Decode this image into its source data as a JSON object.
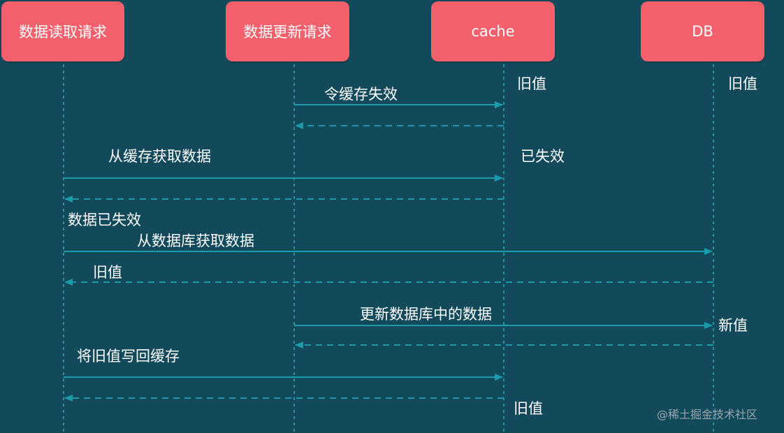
{
  "actors": [
    "数据读取请求",
    "数据更新请求",
    "cache",
    "DB"
  ],
  "state": {
    "cache_initial": "旧值",
    "db_initial": "旧值",
    "cache_invalidated": "已失效",
    "db_updated": "新值",
    "cache_final": "旧值"
  },
  "messages": [
    {
      "from": 1,
      "to": 2,
      "label": "令缓存失效",
      "type": "request"
    },
    {
      "from": 2,
      "to": 1,
      "label": "",
      "type": "response"
    },
    {
      "from": 0,
      "to": 2,
      "label": "从缓存获取数据",
      "type": "request"
    },
    {
      "from": 2,
      "to": 0,
      "label": "数据已失效",
      "type": "response"
    },
    {
      "from": 0,
      "to": 3,
      "label": "从数据库获取数据",
      "type": "request"
    },
    {
      "from": 3,
      "to": 0,
      "label": "旧值",
      "type": "response"
    },
    {
      "from": 1,
      "to": 3,
      "label": "更新数据库中的数据",
      "type": "request"
    },
    {
      "from": 3,
      "to": 1,
      "label": "",
      "type": "response"
    },
    {
      "from": 0,
      "to": 2,
      "label": "将旧值写回缓存",
      "type": "request"
    },
    {
      "from": 2,
      "to": 0,
      "label": "",
      "type": "response"
    }
  ],
  "watermark": "@稀土掘金技术社区",
  "colors": {
    "background": "#124a5c",
    "actor_box": "#f4606b",
    "arrow": "#1a9aaa",
    "lifeline": "#2e8f9c",
    "text": "#ffffff"
  }
}
